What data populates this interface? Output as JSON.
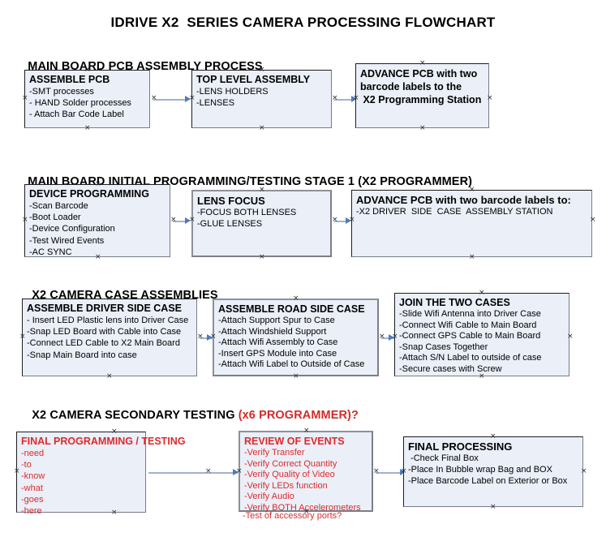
{
  "document": {
    "title": "IDRIVE X2  SERIES CAMERA PROCESSING FLOWCHART"
  },
  "sections": [
    {
      "id": "main-board-pcb-assembly",
      "heading": "MAIN BOARD PCB ASSEMBLY PROCESS",
      "heading_accent": "",
      "boxes": [
        {
          "id": "assemble-pcb",
          "header": "ASSEMBLE PCB",
          "items": [
            "-SMT processes",
            "- HAND Solder processes",
            "- Attach Bar Code Label"
          ]
        },
        {
          "id": "top-level-assembly",
          "header": "TOP LEVEL ASSEMBLY",
          "items": [
            "-LENS HOLDERS",
            "-LENSES"
          ]
        },
        {
          "id": "advance-pcb-programming-station",
          "header": "ADVANCE PCB with two",
          "items": [
            "barcode labels to the",
            " X2 Programming Station"
          ]
        }
      ]
    },
    {
      "id": "initial-programming-testing",
      "heading": "MAIN BOARD INITIAL PROGRAMMING/TESTING STAGE 1 (X2 PROGRAMMER)",
      "heading_accent": "",
      "boxes": [
        {
          "id": "device-programming",
          "header": "DEVICE PROGRAMMING",
          "items": [
            "-Scan Barcode",
            "-Boot Loader",
            "-Device Configuration",
            "-Test Wired Events",
            "-AC SYNC"
          ]
        },
        {
          "id": "lens-focus",
          "header": "LENS FOCUS",
          "items": [
            "-FOCUS BOTH LENSES",
            "-GLUE LENSES"
          ]
        },
        {
          "id": "advance-pcb-driver-side-case",
          "header": "ADVANCE PCB with two barcode labels to:",
          "items": [
            "-X2 DRIVER  SIDE  CASE  ASSEMBLY STATION"
          ]
        }
      ]
    },
    {
      "id": "camera-case-assemblies",
      "heading": "X2 CAMERA CASE ASSEMBLIES",
      "heading_accent": "",
      "boxes": [
        {
          "id": "assemble-driver-side-case",
          "header": "ASSEMBLE DRIVER SIDE CASE",
          "items": [
            "- Insert LED Plastic lens into Driver Case",
            "-Snap LED Board with Cable into Case",
            "-Connect LED Cable to X2 Main Board",
            "-Snap Main Board into case"
          ]
        },
        {
          "id": "assemble-road-side-case",
          "header": "ASSEMBLE ROAD SIDE CASE",
          "items": [
            "-Attach Support Spur to Case",
            "-Attach Windshield Support",
            "-Attach Wifi Assembly to Case",
            "-Insert GPS Module into Case",
            "-Attach Wifi Label to Outside of Case"
          ]
        },
        {
          "id": "join-the-two-cases",
          "header": "JOIN THE TWO CASES",
          "items": [
            "-Slide Wifi Antenna into Driver Case",
            "-Connect Wifi Cable to Main Board",
            "-Connect GPS Cable to Main Board",
            "-Snap Cases Together",
            "-Attach S/N Label to outside of case",
            "-Secure cases with Screw"
          ]
        }
      ]
    },
    {
      "id": "secondary-testing",
      "heading": "X2 CAMERA SECONDARY TESTING ",
      "heading_accent": "(x6 PROGRAMMER)?",
      "boxes": [
        {
          "id": "final-programming-testing",
          "header": "FINAL PROGRAMMING / TESTING",
          "items": [
            "-need",
            "-to",
            "-know",
            "-what",
            "-goes",
            "-here"
          ]
        },
        {
          "id": "review-of-events",
          "header": "REVIEW OF EVENTS",
          "items": [
            "-Verify Transfer",
            "-Verify Correct Quantity",
            "-Verify Quality of Video",
            "-Verify LEDs function",
            "-Verify Audio",
            "-Verify BOTH Accelerometers"
          ],
          "overflow_item": "-Test of accessory ports?"
        },
        {
          "id": "final-processing",
          "header": "FINAL PROCESSING",
          "items": [
            " -Check Final Box",
            "-Place In Bubble wrap Bag and BOX",
            "-Place Barcode Label on Exterior or Box"
          ]
        }
      ]
    }
  ],
  "colors": {
    "box_fill": "#eaeff8",
    "box_border": "#1d1d1d",
    "connector": "#9fb4cd",
    "arrow_head": "#4f7cc0",
    "accent_red": "#dd2b2b",
    "text": "#000000"
  }
}
